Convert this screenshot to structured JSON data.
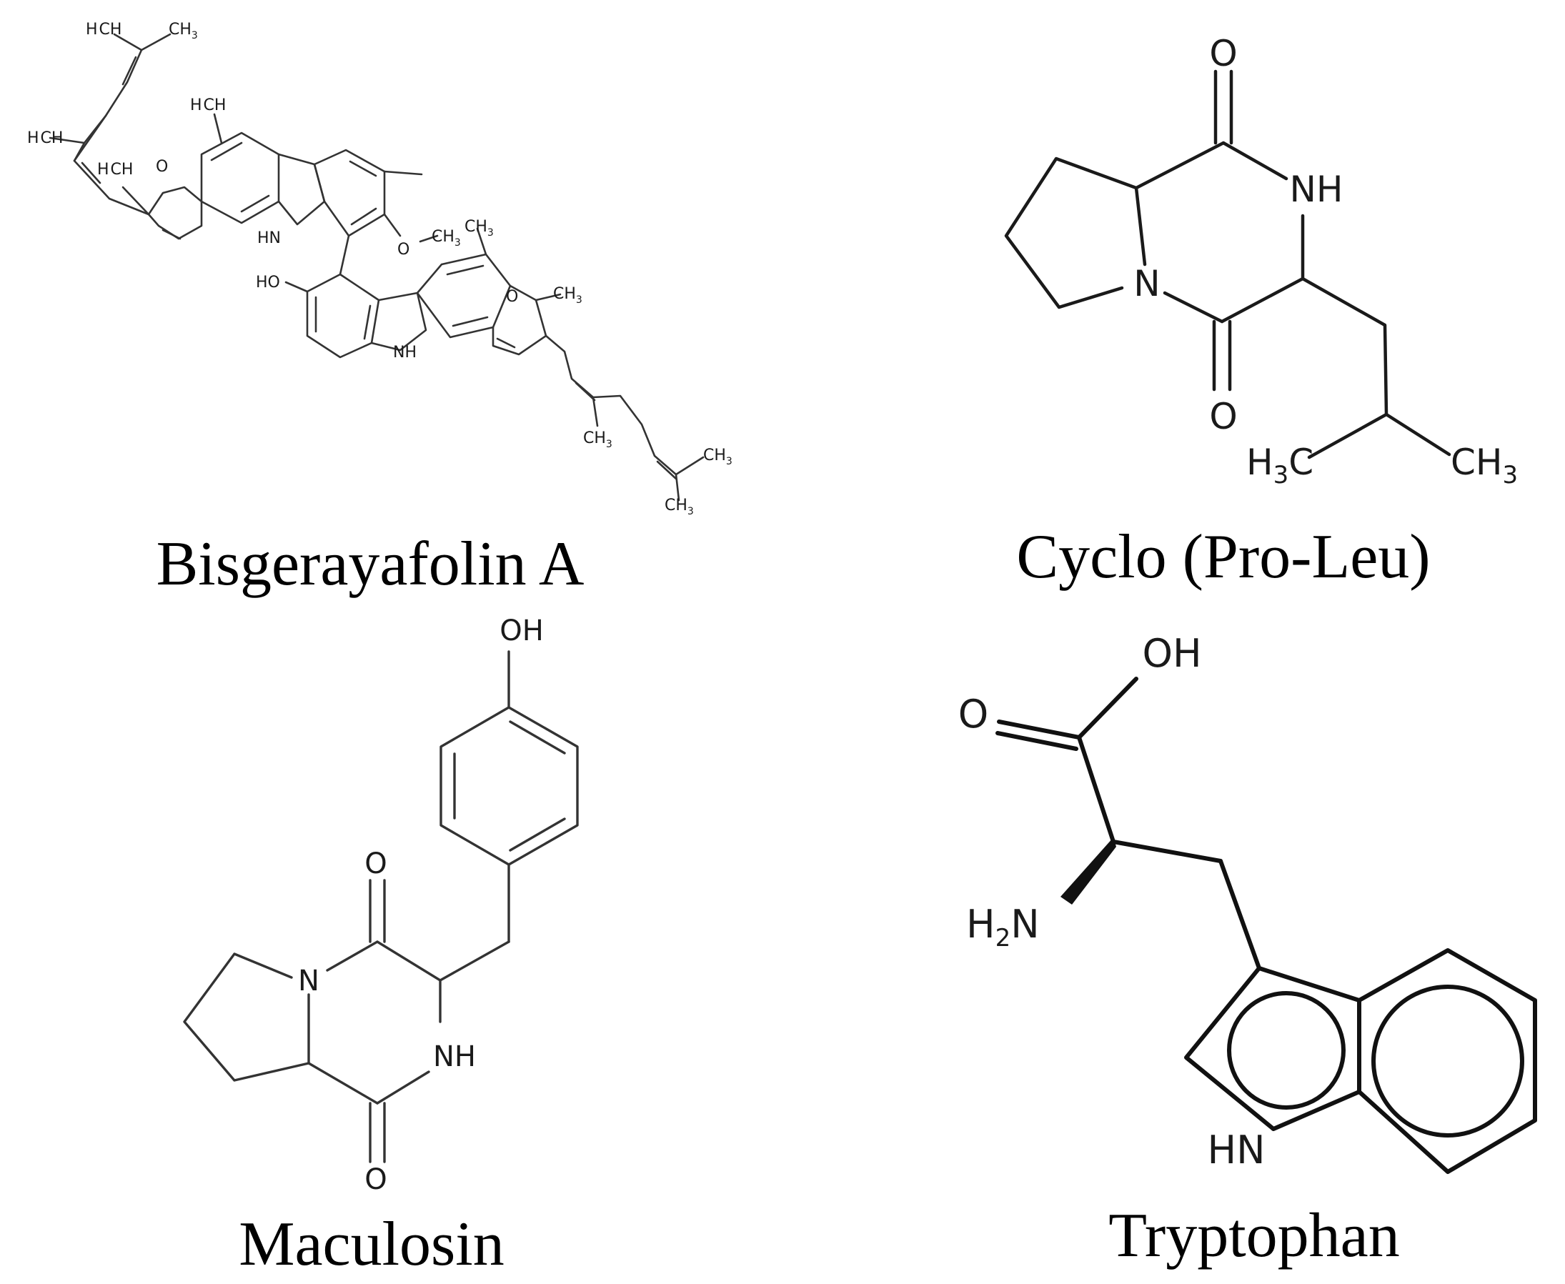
{
  "figure": {
    "background": "#ffffff",
    "line_color": "#111111",
    "panels": [
      {
        "id": "bisgerayafolin",
        "caption": "Bisgerayafolin A",
        "atoms": {
          "ch3": "CH",
          "h3": "H",
          "sub3": "3",
          "o": "O",
          "nh": "NH",
          "hn": "HN",
          "ho": "HO"
        }
      },
      {
        "id": "cyclo",
        "caption": "Cyclo (Pro-Leu)",
        "atoms": {
          "o": "O",
          "nh": "NH",
          "n": "N",
          "h": "H",
          "c": "C",
          "ch": "CH",
          "sub3": "3"
        }
      },
      {
        "id": "maculosin",
        "caption": "Maculosin",
        "atoms": {
          "oh": "OH",
          "o": "O",
          "n": "N",
          "nh": "NH"
        }
      },
      {
        "id": "tryptophan",
        "caption": "Tryptophan",
        "atoms": {
          "oh": "OH",
          "o": "O",
          "h": "H",
          "n": "N",
          "sub2": "2",
          "hn": "HN"
        }
      }
    ]
  }
}
